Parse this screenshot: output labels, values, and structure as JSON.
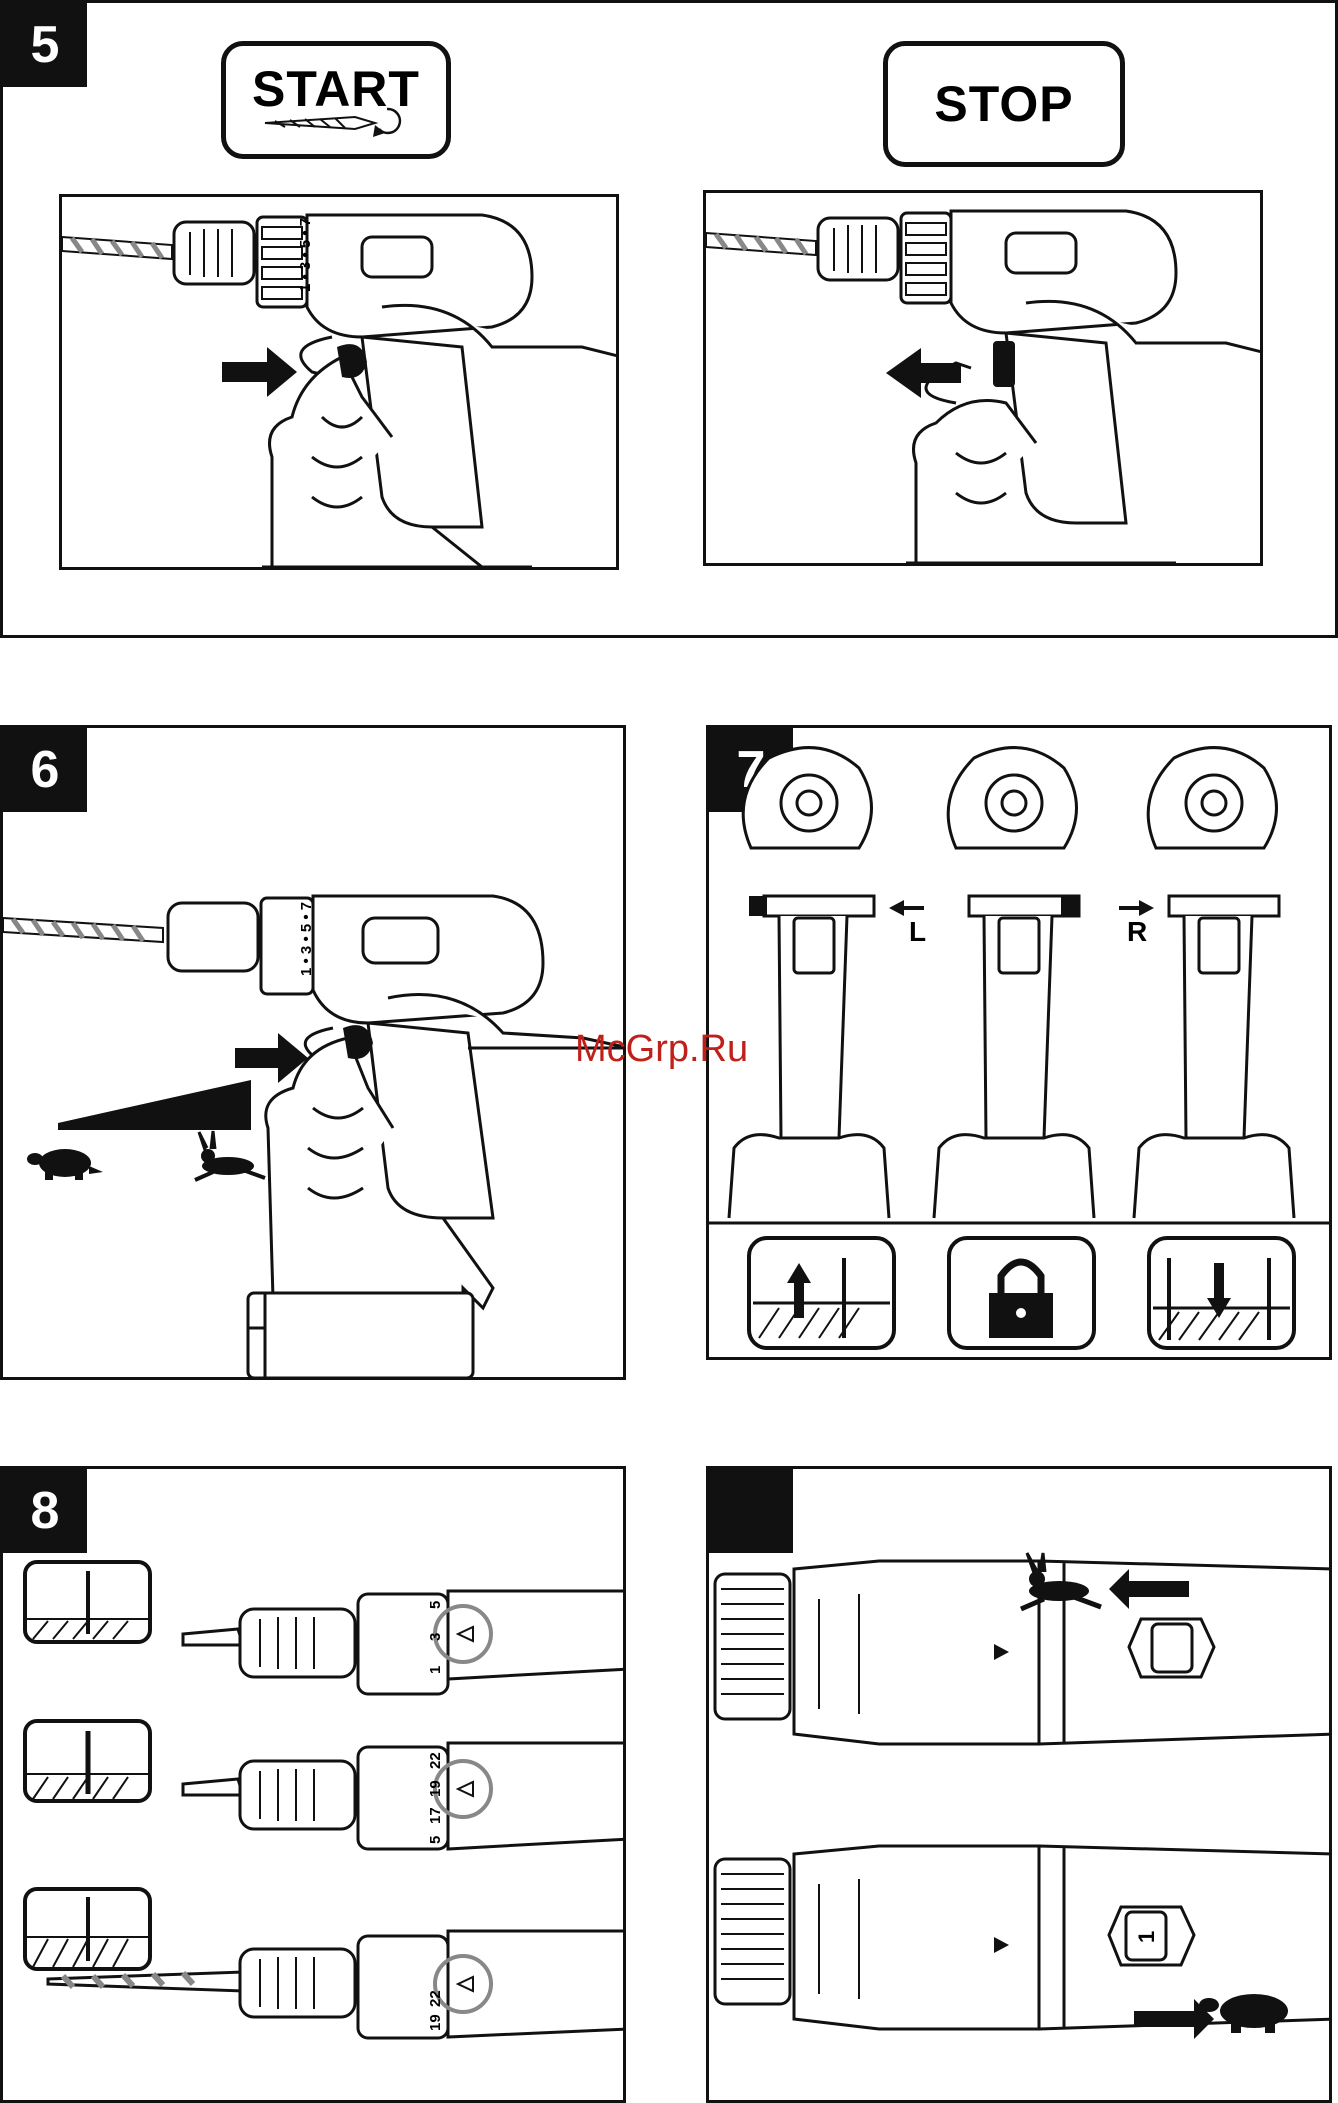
{
  "watermark": "McGrp.Ru",
  "panel5": {
    "number": "5",
    "start_label": "START",
    "stop_label": "STOP",
    "dial_numbers": "1 • 3 • 5 • 7"
  },
  "panel6": {
    "number": "6",
    "dial_numbers": "1 • 3 • 5 • 7"
  },
  "panel7": {
    "number": "7",
    "left_letter": "L",
    "right_letter": "R"
  },
  "panel8": {
    "number": "8",
    "row1_dial": [
      "1",
      "3",
      "5"
    ],
    "row2_dial": [
      "5",
      "17",
      "19",
      "22"
    ],
    "row3_dial": [
      "19",
      "22"
    ]
  },
  "panel9": {
    "number": "",
    "lower_switch": "1"
  }
}
